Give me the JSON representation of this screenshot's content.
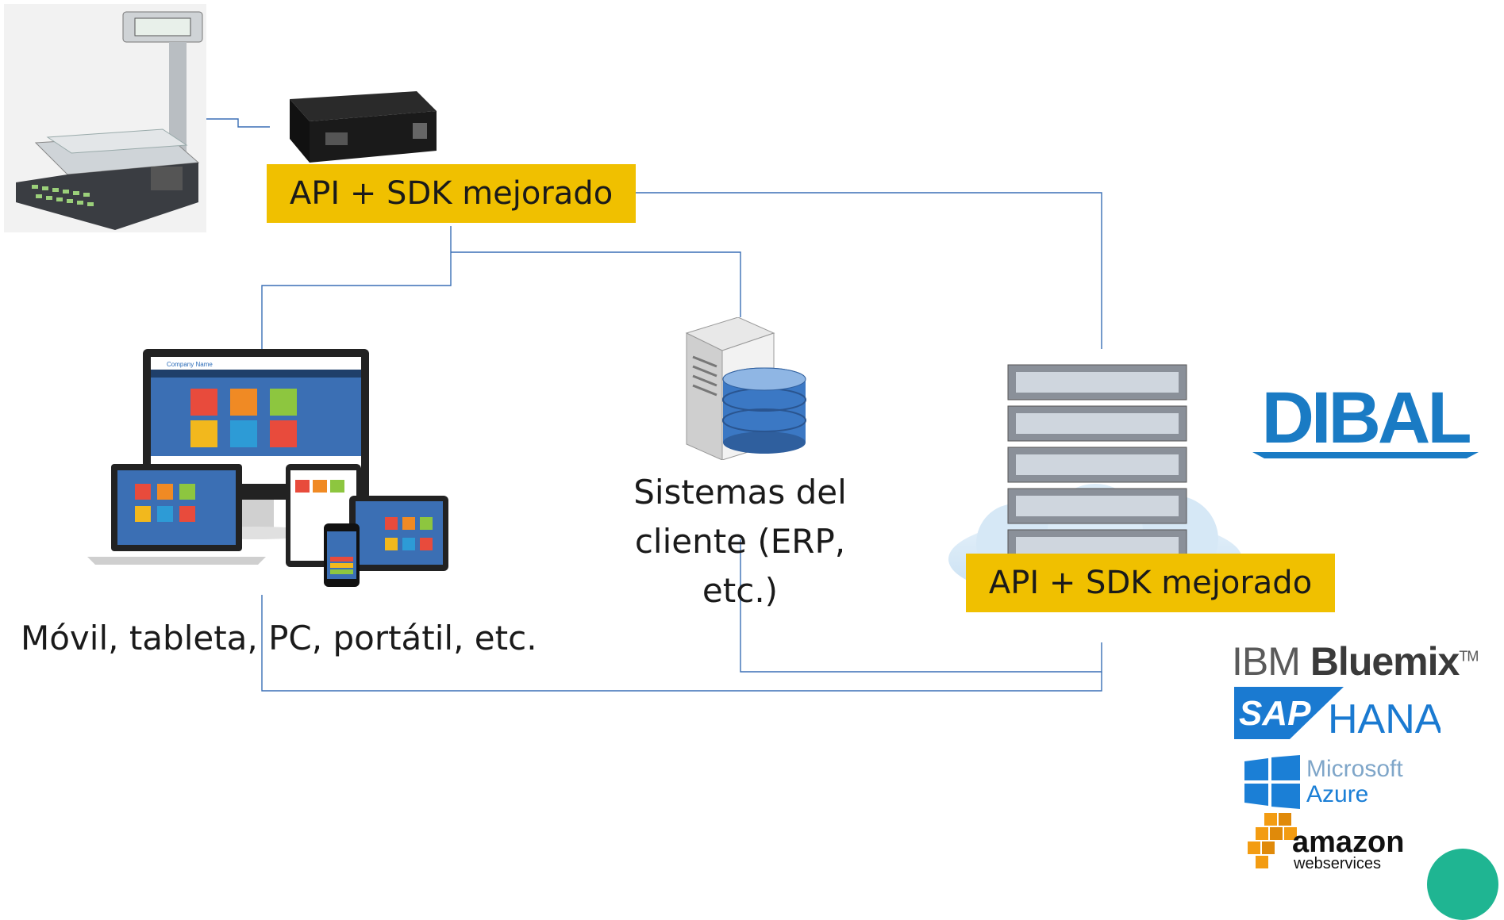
{
  "nodes": {
    "gateway_label": "API + SDK mejorado",
    "cloud_label": "API + SDK mejorado",
    "client_systems_label": "Sistemas del\ncliente (ERP, etc.)",
    "devices_label": "Móvil, tableta, PC, portátil, etc.",
    "monitor_header": "Company Name"
  },
  "logos": {
    "dibal": "DIBAL",
    "ibm": "IBM",
    "bluemix": "Bluemix",
    "tm": "TM",
    "sap": "SAP",
    "hana": "HANA",
    "microsoft": "Microsoft",
    "azure": "Azure",
    "amazon": "amazon",
    "webservices": "webservices"
  },
  "colors": {
    "connector": "#3a6fb5",
    "highlight_box": "#f0c000",
    "dibal_blue": "#1a7bc4",
    "azure_blue": "#1b7fd6",
    "aws_orange": "#f39c12",
    "sap_blue": "#1a7ad1",
    "teal_accent": "#1fb592"
  }
}
